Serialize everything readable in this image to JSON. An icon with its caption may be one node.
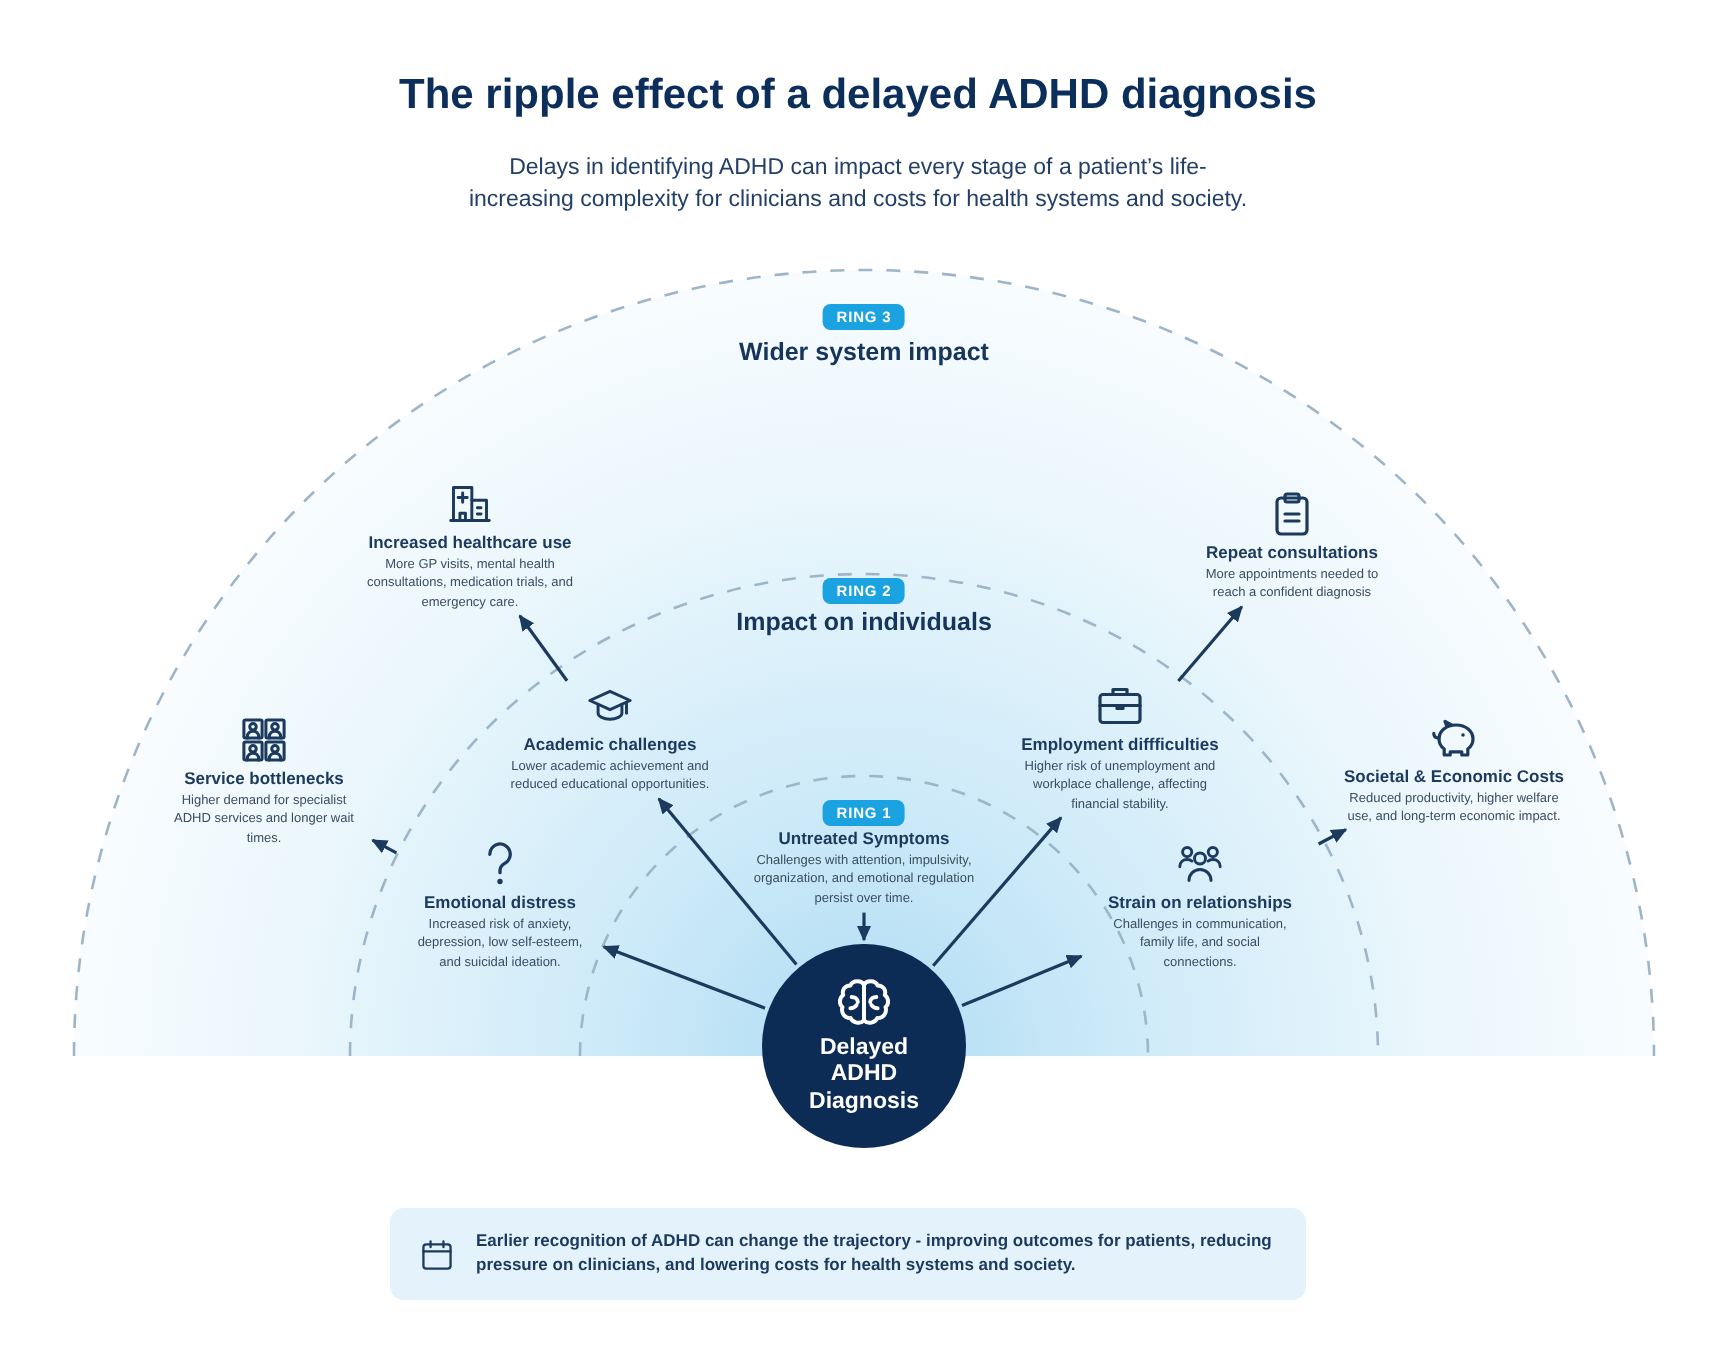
{
  "diagram": {
    "title": "The ripple effect of a delayed ADHD diagnosis",
    "nodes": [
      {
        "text": [
          "Wider system impact"
        ]
      },
      {
        "text": [
          "RING 3"
        ],
        "in": 0
      },
      {
        "text": [
          "Increased healthcare use",
          "More GP visits, mental health consultations, medication trials, and emergency care."
        ],
        "in": 0
      },
      {
        "text": [
          "Repeat consultations",
          "More appointments needed to reach a confident diagnosis"
        ],
        "in": 0
      },
      {
        "text": [
          "Impact on individuals"
        ],
        "in": 0
      },
      {
        "text": [
          "RING 2"
        ],
        "in": 4
      },
      {
        "text": [
          "Service bottlenecks",
          "Higher demand for specialist ADHD services and longer wait times."
        ],
        "in": 0
      },
      {
        "text": [
          "Academic challenges",
          "Lower academic achievement and reduced educational opportunities."
        ],
        "in": 4
      },
      {
        "text": [
          "Employment diffficulties",
          "Higher risk of unemployment and workplace challenge, affecting financial stability."
        ],
        "in": 4
      },
      {
        "text": [
          "Societal & Economic Costs",
          "Reduced productivity, higher welfare use, and long-term economic impact."
        ],
        "in": 0
      },
      {
        "text": [],
        "shape": "semicircle",
        "in": 4
      },
      {
        "text": [
          "RING 1"
        ],
        "in": 10
      },
      {
        "text": [
          "Untreated Symptoms",
          "Challenges with attention, impulsivity, organization, and emotional regulation persist over time."
        ],
        "in": 10
      },
      {
        "text": [
          "Emotional distress",
          "Increased risk of anxiety, depression, low self-esteem, and suicidal ideation."
        ],
        "in": 4
      },
      {
        "text": [
          "Strain on relationships",
          "Challenges in communication, family life, and social connections."
        ],
        "in": 4
      },
      {
        "text": [
          "Delayed ADHD Diagnosis"
        ]
      },
      {
        "text": [
          "Earlier recognition of ADHD can change the trajectory - improving outcomes for patients, reducing pressure on clinicians, and lowering costs for health systems and society."
        ]
      }
    ],
    "edges": [
      {
        "from": 15,
        "to": 13,
        "arrow": "to"
      },
      {
        "from": 15,
        "to": 7,
        "arrow": "to"
      },
      {
        "from": 12,
        "to": 15,
        "arrow": "to"
      },
      {
        "from": 15,
        "to": 8,
        "arrow": "to"
      },
      {
        "from": 15,
        "to": 14,
        "arrow": "to"
      },
      {
        "from": 13,
        "to": 6,
        "arrow": "to"
      },
      {
        "from": 7,
        "to": 2,
        "arrow": "to"
      },
      {
        "from": 8,
        "to": 3,
        "arrow": "to"
      },
      {
        "from": 14,
        "to": 9,
        "arrow": "to"
      }
    ],
    "labels": [
      "Delays in identifying ADHD can impact every stage of a patient’s life- increasing complexity for clinicians and costs for health systems and society."
    ]
  }
}
